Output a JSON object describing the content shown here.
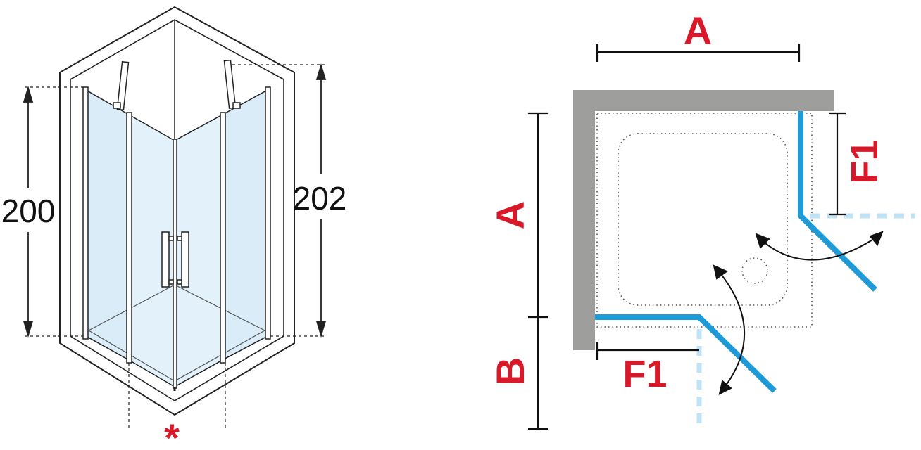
{
  "left_view": {
    "height_left_label": "200",
    "height_right_label": "202",
    "note_marker": "*"
  },
  "right_view": {
    "width_top_label": "A",
    "depth_left_label": "A",
    "offset_label": "B",
    "door_width_bottom_label": "F1",
    "door_width_right_label": "F1"
  },
  "colors": {
    "wall": "#9e9e9c",
    "door": "#1e9ad6",
    "door_open_dashed": "#bfe3f5",
    "label_red": "#d8192a",
    "ink": "#111111"
  }
}
